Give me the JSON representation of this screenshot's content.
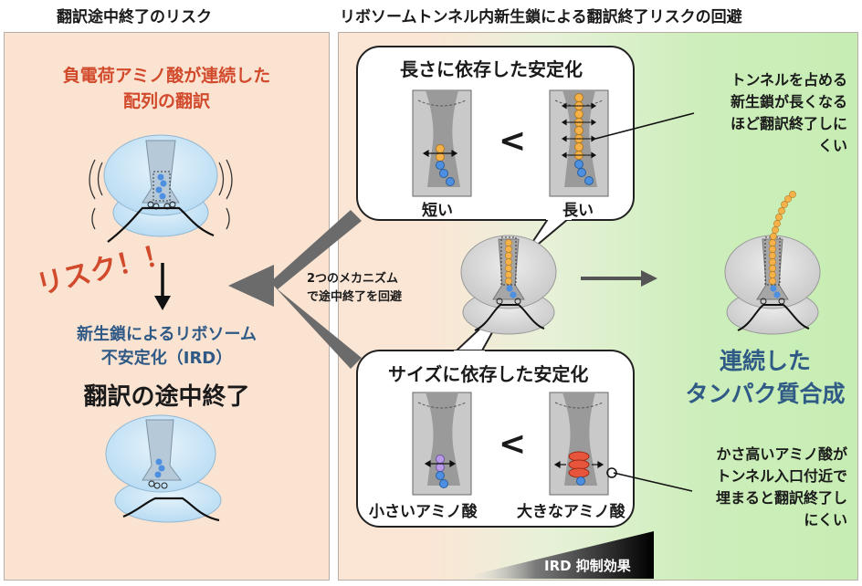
{
  "headers": {
    "left": "翻訳途中終了のリスク",
    "right": "リボソームトンネル内新生鎖による翻訳終了リスクの回避"
  },
  "left_panel": {
    "title_line1": "負電荷アミノ酸が連続した",
    "title_line2": "配列の翻訳",
    "risk": "リスク！！",
    "ird_line1": "新生鎖によるリボソーム",
    "ird_line2": "不安定化（IRD）",
    "termination": "翻訳の途中終了"
  },
  "length_box": {
    "title": "長さに依存した安定化",
    "less_than": "<",
    "short": "短い",
    "long": "長い",
    "note_lines": [
      "トンネルを占める",
      "新生鎖が長くなる",
      "ほど翻訳終了しに",
      "くい"
    ]
  },
  "size_box": {
    "title": "サイズに依存した安定化",
    "less_than": "<",
    "small": "小さいアミノ酸",
    "large": "大きなアミノ酸",
    "note_lines": [
      "かさ高いアミノ酸が",
      "トンネル入口付近で",
      "埋まると翻訳終了し",
      "にくい"
    ]
  },
  "mechanisms_line1": "2つのメカニズム",
  "mechanisms_line2": "で途中終了を回避",
  "continuous_line1": "連続した",
  "continuous_line2": "タンパク質合成",
  "ird_effect": "IRD 抑制効果",
  "colors": {
    "red_text": "#d24a2c",
    "blue_text": "#2f5a86",
    "ribosome_blue": "#cfe7f7",
    "ribosome_gray": "#d6d6d6",
    "chain_orange": "#f5b14a",
    "chain_blue": "#4d8fe0",
    "chain_purple": "#b89ae6",
    "chain_red": "#e8553d"
  }
}
